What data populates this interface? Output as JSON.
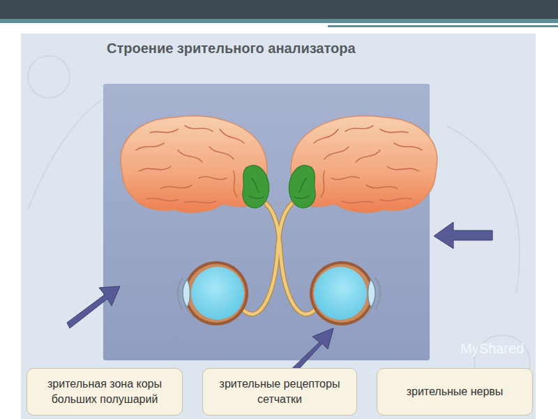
{
  "diagram": {
    "title": "Строение зрительного анализатора",
    "nodes": [
      {
        "text": [
          "зрительная зона коры больших полушарий"
        ]
      },
      {
        "text": [
          "зрительные рецепторы сетчатки"
        ]
      },
      {
        "text": [
          "зрительные нервы"
        ]
      }
    ],
    "labels": [
      "MyShared"
    ]
  }
}
